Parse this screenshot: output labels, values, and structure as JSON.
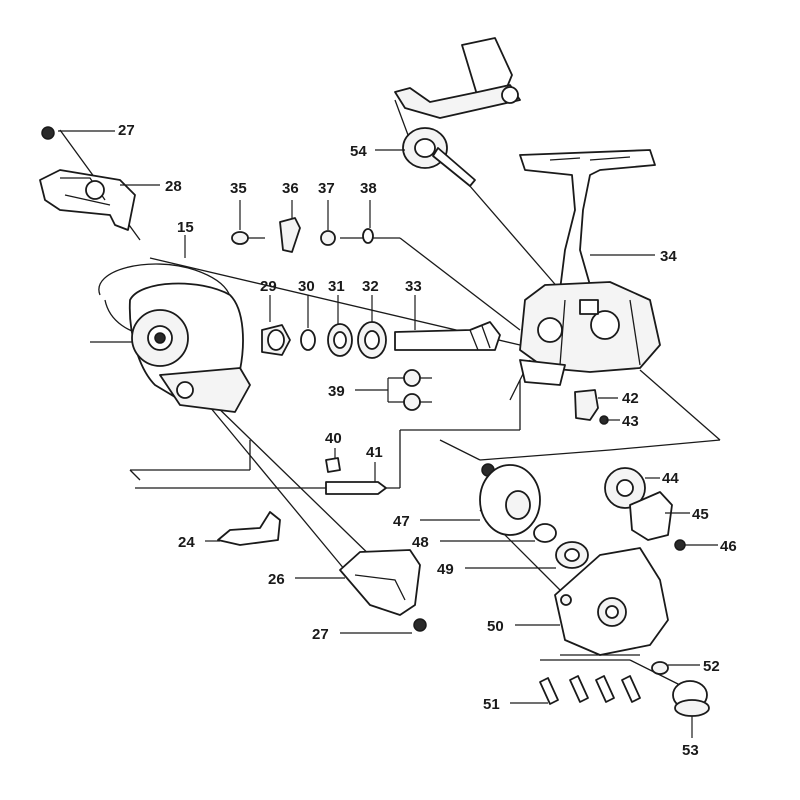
{
  "labels": {
    "p15": "15",
    "p24": "24",
    "p26": "26",
    "p27a": "27",
    "p27b": "27",
    "p28": "28",
    "p29": "29",
    "p30": "30",
    "p31": "31",
    "p32": "32",
    "p33": "33",
    "p34": "34",
    "p35": "35",
    "p36": "36",
    "p37": "37",
    "p38": "38",
    "p39": "39",
    "p40": "40",
    "p41": "41",
    "p42": "42",
    "p43": "43",
    "p44": "44",
    "p45": "45",
    "p46": "46",
    "p47": "47",
    "p48": "48",
    "p49": "49",
    "p50": "50",
    "p51": "51",
    "p52": "52",
    "p53": "53",
    "p54": "54"
  },
  "colors": {
    "ink": "#1a1a1a",
    "paper": "#ffffff",
    "part_fill": "#f4f4f4"
  }
}
